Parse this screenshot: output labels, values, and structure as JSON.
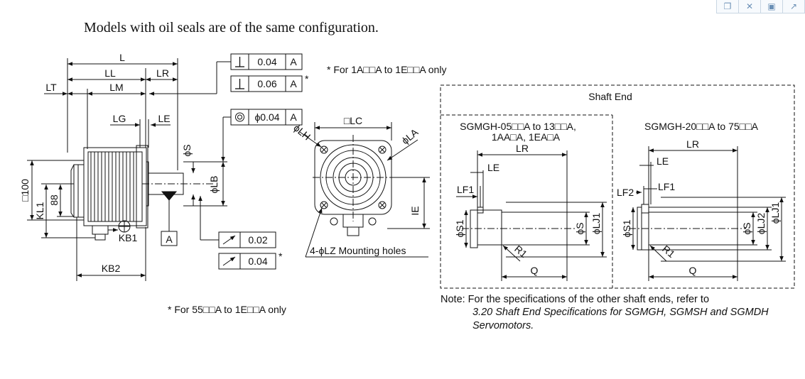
{
  "headline": "Models with oil seals are of the same configuration.",
  "toolbar": {
    "icons": [
      "copy-icon",
      "expand-icon",
      "save-icon",
      "share-icon"
    ]
  },
  "side_view": {
    "dim_L": "L",
    "dim_LL": "LL",
    "dim_LR": "LR",
    "dim_LT": "LT",
    "dim_LM": "LM",
    "dim_LG": "LG",
    "dim_LE": "LE",
    "dim_phiS": "ϕS",
    "dim_phiLB": "ϕLB",
    "dim_sq100": "□100",
    "dim_88": "88",
    "dim_KL1": "KL1",
    "dim_KB1": "KB1",
    "dim_KB2": "KB2",
    "datum_A": "A"
  },
  "tolerances": {
    "perp_1_value": "0.04",
    "perp_1_datum": "A",
    "perp_2_value": "0.06",
    "perp_2_datum": "A",
    "perp_2_mark": "*",
    "conc_value": "ϕ0.04",
    "conc_datum": "A",
    "runout_1_value": "0.02",
    "runout_2_value": "0.04",
    "runout_2_mark": "*"
  },
  "note_1a": "* For 1A□□A to 1E□□A only",
  "note_55": "* For 55□□A to 1E□□A only",
  "front_view": {
    "dim_LC": "□LC",
    "dim_phiLH": "ϕLH",
    "dim_phiLA": "ϕLA",
    "dim_IE": "IE",
    "holes_label": "4-ϕLZ Mounting holes"
  },
  "shaft_end": {
    "title": "Shaft End",
    "left_title_1": "SGMGH-05□□A to 13□□A,",
    "left_title_2": "1AA□A, 1EA□A",
    "right_title": "SGMGH-20□□A to 75□□A",
    "left": {
      "LR": "LR",
      "LE": "LE",
      "LF1": "LF1",
      "S1": "ϕS1",
      "S": "ϕS",
      "LJ1": "ϕLJ1",
      "R1": "R1",
      "Q": "Q"
    },
    "right": {
      "LR": "LR",
      "LE": "LE",
      "LF1": "LF1",
      "LF2": "LF2",
      "S1": "ϕS1",
      "S": "ϕS",
      "LJ2": "ϕLJ2",
      "LJ1": "ϕLJ1",
      "R1": "R1",
      "Q": "Q"
    }
  },
  "footnote": {
    "line1": "Note: For the specifications of the other shaft ends, refer to",
    "line2": "3.20 Shaft End Specifications for SGMGH, SGMSH and SGMDH",
    "line3": "Servomotors."
  }
}
